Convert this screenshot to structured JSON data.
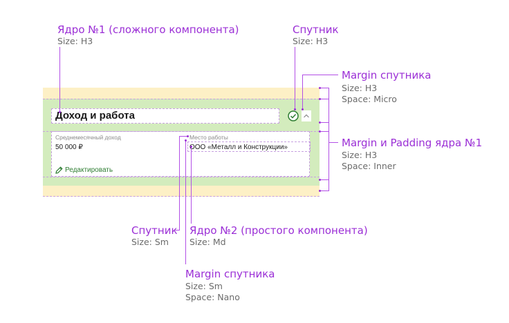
{
  "annotations": {
    "core1": {
      "title": "Ядро №1 (сложного компонента)",
      "size": "Size: H3"
    },
    "satellite_top": {
      "title": "Спутник",
      "size": "Size: H3"
    },
    "satellite_margin_top": {
      "title": "Margin спутника",
      "size": "Size: H3",
      "space": "Space: Micro"
    },
    "core1_margin_padding": {
      "title": "Margin и Padding ядра №1",
      "size": "Size: H3",
      "space": "Space: Inner"
    },
    "satellite_bottom": {
      "title": "Спутник",
      "size": "Size: Sm"
    },
    "core2": {
      "title": "Ядро №2 (простого компонента)",
      "size": "Size: Md"
    },
    "satellite_margin_bottom": {
      "title": "Margin спутника",
      "size": "Size: Sm",
      "space": "Space: Nano"
    }
  },
  "card": {
    "title": "Доход и работа",
    "fields": [
      {
        "label": "Среднемесячный доход",
        "value": "50 000 ₽"
      },
      {
        "label": "Место работы",
        "value": "ООО «Металл и Конструкции»"
      }
    ],
    "edit_label": "Редактировать"
  },
  "colors": {
    "accent": "#9b2fd6",
    "margin_zone": "#fdf0c6",
    "padding_zone": "#d3ecbd",
    "link_green": "#2e7d32"
  }
}
